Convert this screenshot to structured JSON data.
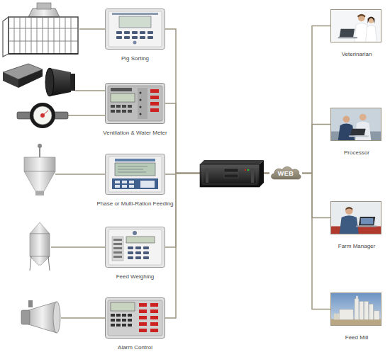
{
  "diagram": {
    "nodes": [
      {
        "text": [
          "Pig Sorting"
        ]
      },
      {
        "text": [
          "Ventilation & Water Meter"
        ]
      },
      {
        "text": [
          "Phase or Multi-Ration Feeding"
        ]
      },
      {
        "text": [
          "Feed Weighing"
        ]
      },
      {
        "text": [
          "Alarm Control"
        ]
      },
      {
        "text": [
          "WEB"
        ]
      },
      {
        "text": [
          "Veterinarian"
        ]
      },
      {
        "text": [
          "Processor"
        ]
      },
      {
        "text": [
          "Farm Manager"
        ]
      },
      {
        "text": [
          "Feed Mill"
        ]
      }
    ],
    "edges": [
      {
        "from": 0,
        "to": 5,
        "arrow": "none"
      },
      {
        "from": 1,
        "to": 5,
        "arrow": "none"
      },
      {
        "from": 2,
        "to": 5,
        "arrow": "none"
      },
      {
        "from": 3,
        "to": 5,
        "arrow": "none"
      },
      {
        "from": 4,
        "to": 5,
        "arrow": "none"
      },
      {
        "from": 5,
        "to": 6,
        "arrow": "none"
      },
      {
        "from": 5,
        "to": 7,
        "arrow": "none"
      },
      {
        "from": 5,
        "to": 8,
        "arrow": "none"
      },
      {
        "from": 5,
        "to": 9,
        "arrow": "none"
      }
    ]
  }
}
